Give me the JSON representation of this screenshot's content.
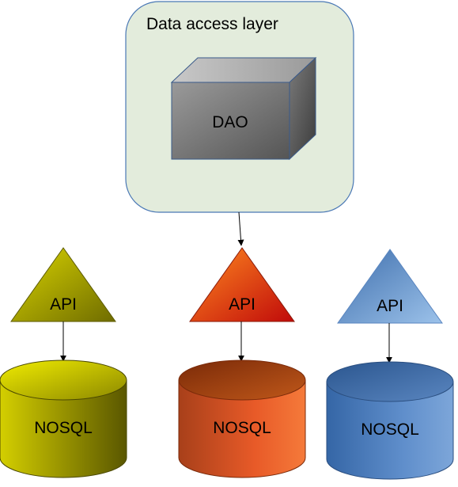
{
  "layer": {
    "title": "Data access layer",
    "fill": "#e3ecdc",
    "stroke": "#4a78b5"
  },
  "dao": {
    "label": "DAO",
    "front": "#8f8f8f",
    "top": "#b5b5b5",
    "side": "#6b6b6b"
  },
  "stacks": [
    {
      "api_label": "API",
      "db_label": "NOSQL",
      "tri_light": "#d9d400",
      "tri_dark": "#6f6c00",
      "cyl_light": "#b9b400",
      "cyl_dark": "#5f5c00",
      "top_light": "#e8e400",
      "top_dark": "#8f8a00"
    },
    {
      "api_label": "API",
      "db_label": "NOSQL",
      "tri_light": "#ff7a1a",
      "tri_dark": "#c00a0a",
      "cyl_light": "#f0642a",
      "cyl_dark": "#b23a10",
      "top_light": "#c05a1a",
      "top_dark": "#7a2a0a"
    },
    {
      "api_label": "API",
      "db_label": "NOSQL",
      "tri_light": "#8ab4e3",
      "tri_dark": "#3f6fad",
      "cyl_light": "#6b98d0",
      "cyl_dark": "#2f5d98",
      "top_light": "#5a86c0",
      "top_dark": "#2b568f"
    }
  ]
}
